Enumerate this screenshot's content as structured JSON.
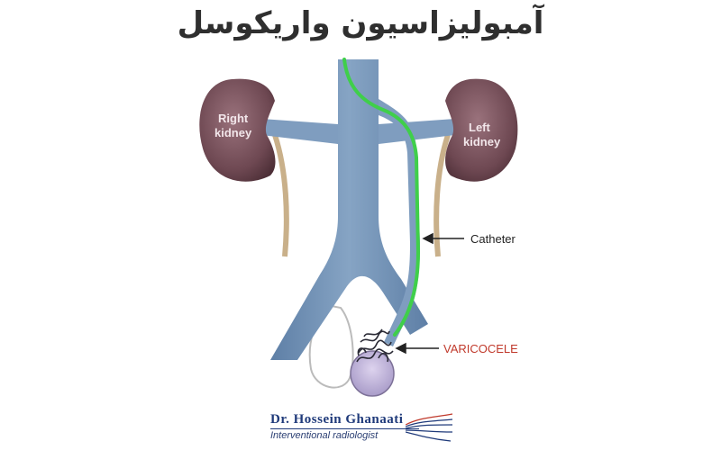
{
  "title": "آمبولیزاسیون واریکوسل",
  "labels": {
    "right_kidney_line1": "Right",
    "right_kidney_line2": "kidney",
    "left_kidney_line1": "Left",
    "left_kidney_line2": "kidney",
    "catheter": "Catheter",
    "varicocele": "VARICOCELE"
  },
  "logo": {
    "name": "Dr. Hossein Ghanaati",
    "subtitle": "Interventional radiologist"
  },
  "colors": {
    "vessel": "#6f8fb3",
    "kidney": "#7d5560",
    "catheter": "#3fcf4a",
    "varicocele_label": "#c0392b",
    "testis": "#c9bde0"
  }
}
